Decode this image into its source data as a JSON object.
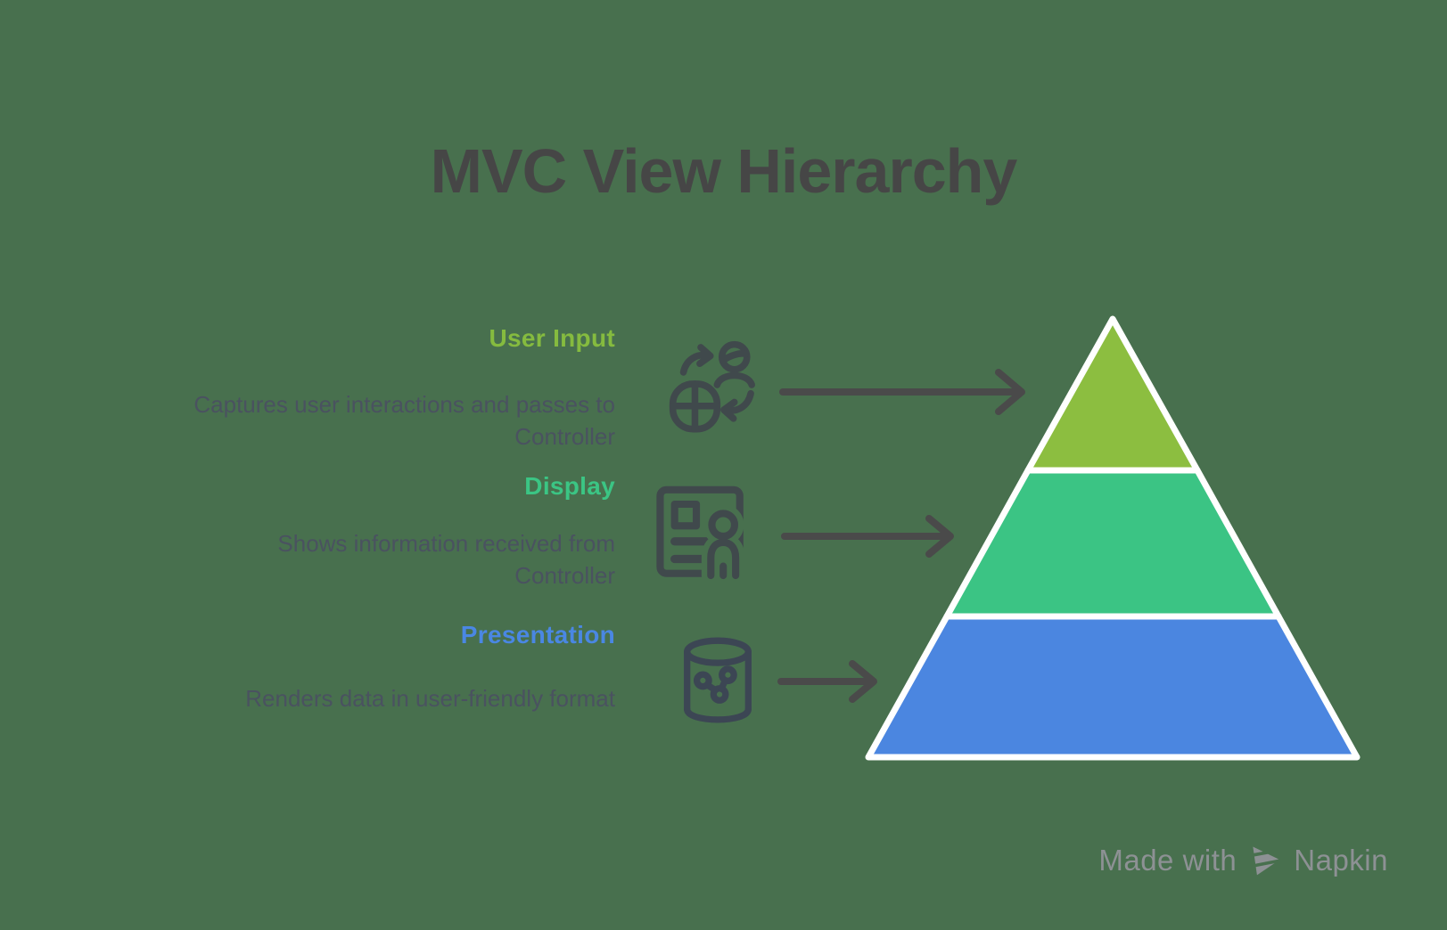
{
  "title": "MVC View Hierarchy",
  "sections": [
    {
      "label": "User Input",
      "label_color": "#85BB3F",
      "description": "Captures user interactions and passes to Controller",
      "lines": [
        "Captures user interactions and passes to",
        "Controller"
      ],
      "icon": "user-exchange-icon"
    },
    {
      "label": "Display",
      "label_color": "#3BC584",
      "description": "Shows information received from Controller",
      "lines": [
        "Shows information received from",
        "Controller"
      ],
      "icon": "profile-card-icon"
    },
    {
      "label": "Presentation",
      "label_color": "#4A87E3",
      "description": "Renders data in user-friendly format",
      "lines": [
        "Renders data in user-friendly format"
      ],
      "icon": "database-share-icon"
    }
  ],
  "pyramid": {
    "levels": [
      {
        "name": "User Input",
        "color": "#8CBE40"
      },
      {
        "name": "Display",
        "color": "#3BC484"
      },
      {
        "name": "Presentation",
        "color": "#4B86E0"
      }
    ],
    "outline_color": "#FFFFFF"
  },
  "watermark": {
    "prefix": "Made with",
    "brand": "Napkin"
  },
  "colors": {
    "background": "#48704E",
    "title_text": "#464646",
    "description_text": "#4A5260",
    "arrow": "#4A4A4A",
    "icon_stroke": "#40494C",
    "database_icon_stroke": "#3C4654",
    "watermark_text": "#8D9194"
  }
}
